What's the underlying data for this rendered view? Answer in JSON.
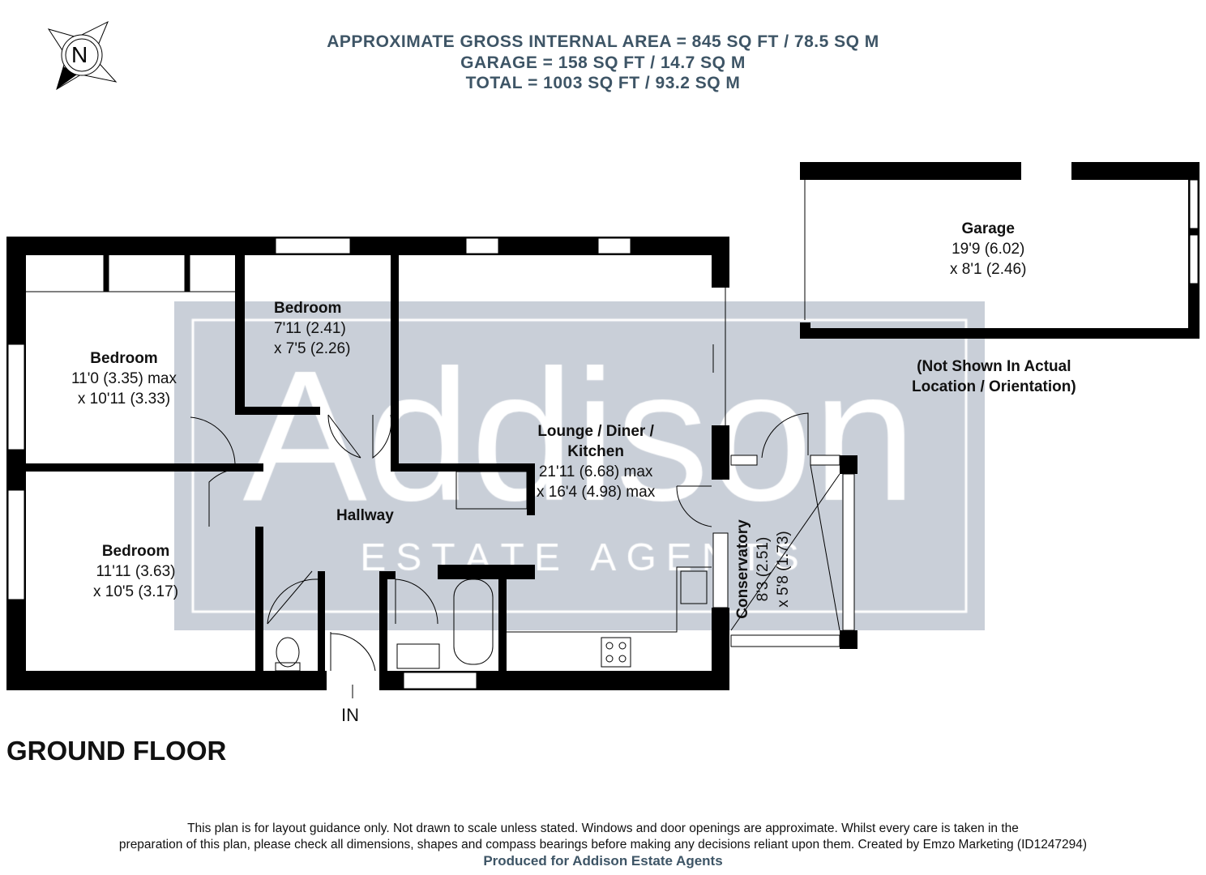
{
  "header": {
    "lines": [
      "APPROXIMATE GROSS INTERNAL AREA = 845 SQ FT / 78.5 SQ M",
      "GARAGE = 158 SQ FT / 14.7 SQ M",
      "TOTAL = 1003 SQ FT / 93.2 SQ M"
    ]
  },
  "compass": {
    "letter": "N",
    "icon": "compass-north-icon"
  },
  "watermark": {
    "brand": "Addison",
    "sub": "ESTATE AGENTS"
  },
  "rooms": [
    {
      "name": "Bedroom",
      "dims": [
        "11'0 (3.35) max",
        "x 10'11 (3.33)"
      ]
    },
    {
      "name": "Bedroom",
      "dims": [
        "7'11 (2.41)",
        "x 7'5 (2.26)"
      ]
    },
    {
      "name": "Lounge / Diner / Kitchen",
      "name_lines": [
        "Lounge / Diner /",
        "Kitchen"
      ],
      "dims": [
        "21'11 (6.68) max",
        "x 16'4 (4.98) max"
      ]
    },
    {
      "name": "Hallway",
      "dims": []
    },
    {
      "name": "Bedroom",
      "dims": [
        "11'11 (3.63)",
        "x 10'5 (3.17)"
      ]
    },
    {
      "name": "Conservatory",
      "dims": [
        "8'3 (2.51)",
        "x 5'8 (1.73)"
      ]
    },
    {
      "name": "Garage",
      "dims": [
        "19'9 (6.02)",
        "x 8'1 (2.46)"
      ]
    }
  ],
  "garage_note": [
    "(Not Shown In Actual",
    "Location / Orientation)"
  ],
  "entrance": "IN",
  "floor_title": "GROUND FLOOR",
  "footer": {
    "disclaimer": [
      "This plan is for layout guidance only. Not drawn to scale unless stated. Windows and door openings are approximate. Whilst every care is taken in the",
      "preparation of this plan, please check all dimensions, shapes and compass bearings before making any decisions reliant upon them. Created by Emzo Marketing (ID1247294)"
    ],
    "produced": "Produced for Addison Estate Agents"
  },
  "colors": {
    "header": "#3e5566",
    "watermark_bg": "#c9cfd8",
    "wall": "#000000"
  }
}
